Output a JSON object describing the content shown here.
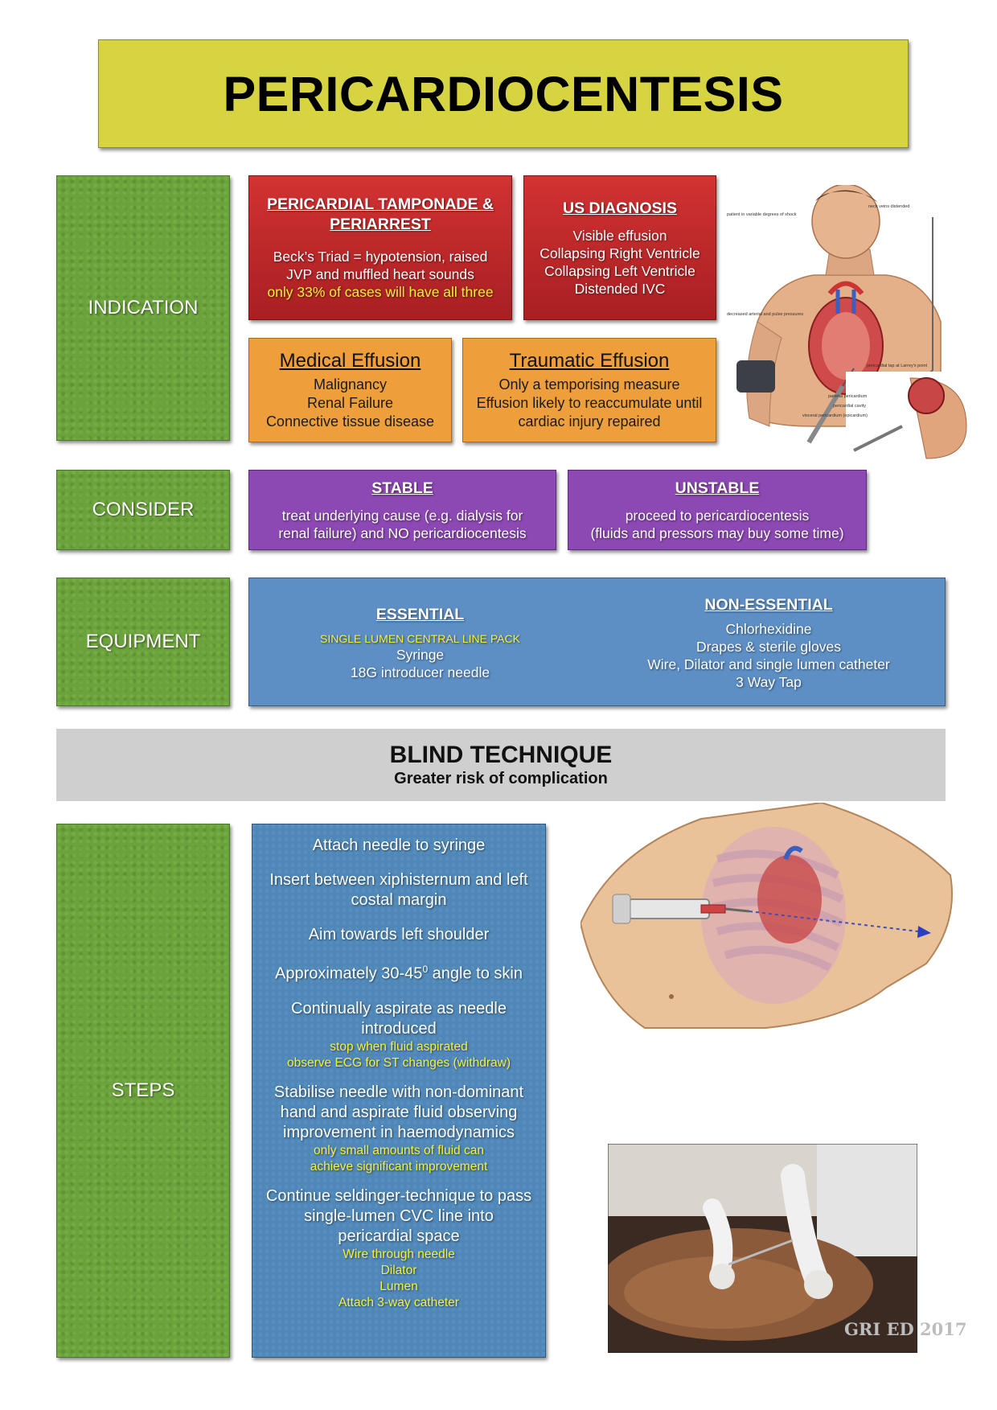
{
  "title": "PERICARDIOCENTESIS",
  "sections": {
    "indication": "INDICATION",
    "consider": "CONSIDER",
    "equipment": "EQUIPMENT",
    "steps": "STEPS"
  },
  "tamponade": {
    "heading": "PERICARDIAL TAMPONADE & PERIARREST",
    "line1": "Beck’s Triad = hypotension, raised",
    "line2": "JVP and muffled heart sounds",
    "note": "only 33% of cases will have all three"
  },
  "us_diagnosis": {
    "heading": "US DIAGNOSIS",
    "items": [
      "Visible effusion",
      "Collapsing Right Ventricle",
      "Collapsing Left Ventricle",
      "Distended IVC"
    ]
  },
  "medical_effusion": {
    "heading": "Medical Effusion",
    "items": [
      "Malignancy",
      "Renal Failure",
      "Connective tissue disease"
    ]
  },
  "traumatic_effusion": {
    "heading": "Traumatic Effusion",
    "items": [
      "Only a temporising measure",
      "Effusion likely to reaccumulate until",
      "cardiac injury repaired"
    ]
  },
  "stable": {
    "heading": "STABLE",
    "line1": "treat underlying cause (e.g. dialysis for",
    "line2": "renal failure) and NO pericardiocentesis"
  },
  "unstable": {
    "heading": "UNSTABLE",
    "line1": "proceed to pericardiocentesis",
    "line2": "(fluids and pressors may buy some time)"
  },
  "essential": {
    "heading": "ESSENTIAL",
    "note": "SINGLE LUMEN CENTRAL LINE PACK",
    "items": [
      "Syringe",
      "18G introducer needle"
    ]
  },
  "non_essential": {
    "heading": "NON-ESSENTIAL",
    "items": [
      "Chlorhexidine",
      "Drapes & sterile gloves",
      "Wire, Dilator and single lumen catheter",
      "3 Way Tap"
    ]
  },
  "blind_technique": {
    "heading": "BLIND TECHNIQUE",
    "subheading": "Greater risk of complication"
  },
  "steps": {
    "s1": "Attach needle to syringe",
    "s2": "Insert between xiphisternum and left costal margin",
    "s3": "Aim towards left shoulder",
    "s4_pre": "Approximately 30-45",
    "s4_sup": "0",
    "s4_post": " angle to skin",
    "s5": "Continually aspirate as needle introduced",
    "s5_note1": "stop when fluid aspirated",
    "s5_note2": "observe ECG for ST changes (withdraw)",
    "s6": "Stabilise needle with non-dominant hand and aspirate fluid observing improvement in haemodynamics",
    "s6_note": "only small amounts of fluid can achieve significant improvement",
    "s7": "Continue seldinger-technique to pass single-lumen CVC line into pericardial space",
    "s7_notes": [
      "Wire through needle",
      "Dilator",
      "Lumen",
      "Attach 3-way catheter"
    ]
  },
  "illustration_labels": {
    "a": "patient in variable degrees of shock",
    "b": "neck veins distended",
    "c": "decreased arterial and pulse pressures",
    "d": "pericardial tap at Larrey's point",
    "e": "parietal pericardium",
    "f": "pericardial cavity",
    "g": "visceral pericardium (epicardium)"
  },
  "footer": "GRI ED 2017",
  "colors": {
    "title_bg": "#d7d441",
    "green": "#6aa23c",
    "red": "#c0282a",
    "orange": "#ee9f3b",
    "purple": "#8c48b3",
    "blue": "#5d8fc4",
    "grey": "#cfcfcf",
    "note_yellow": "#f6f03b"
  }
}
